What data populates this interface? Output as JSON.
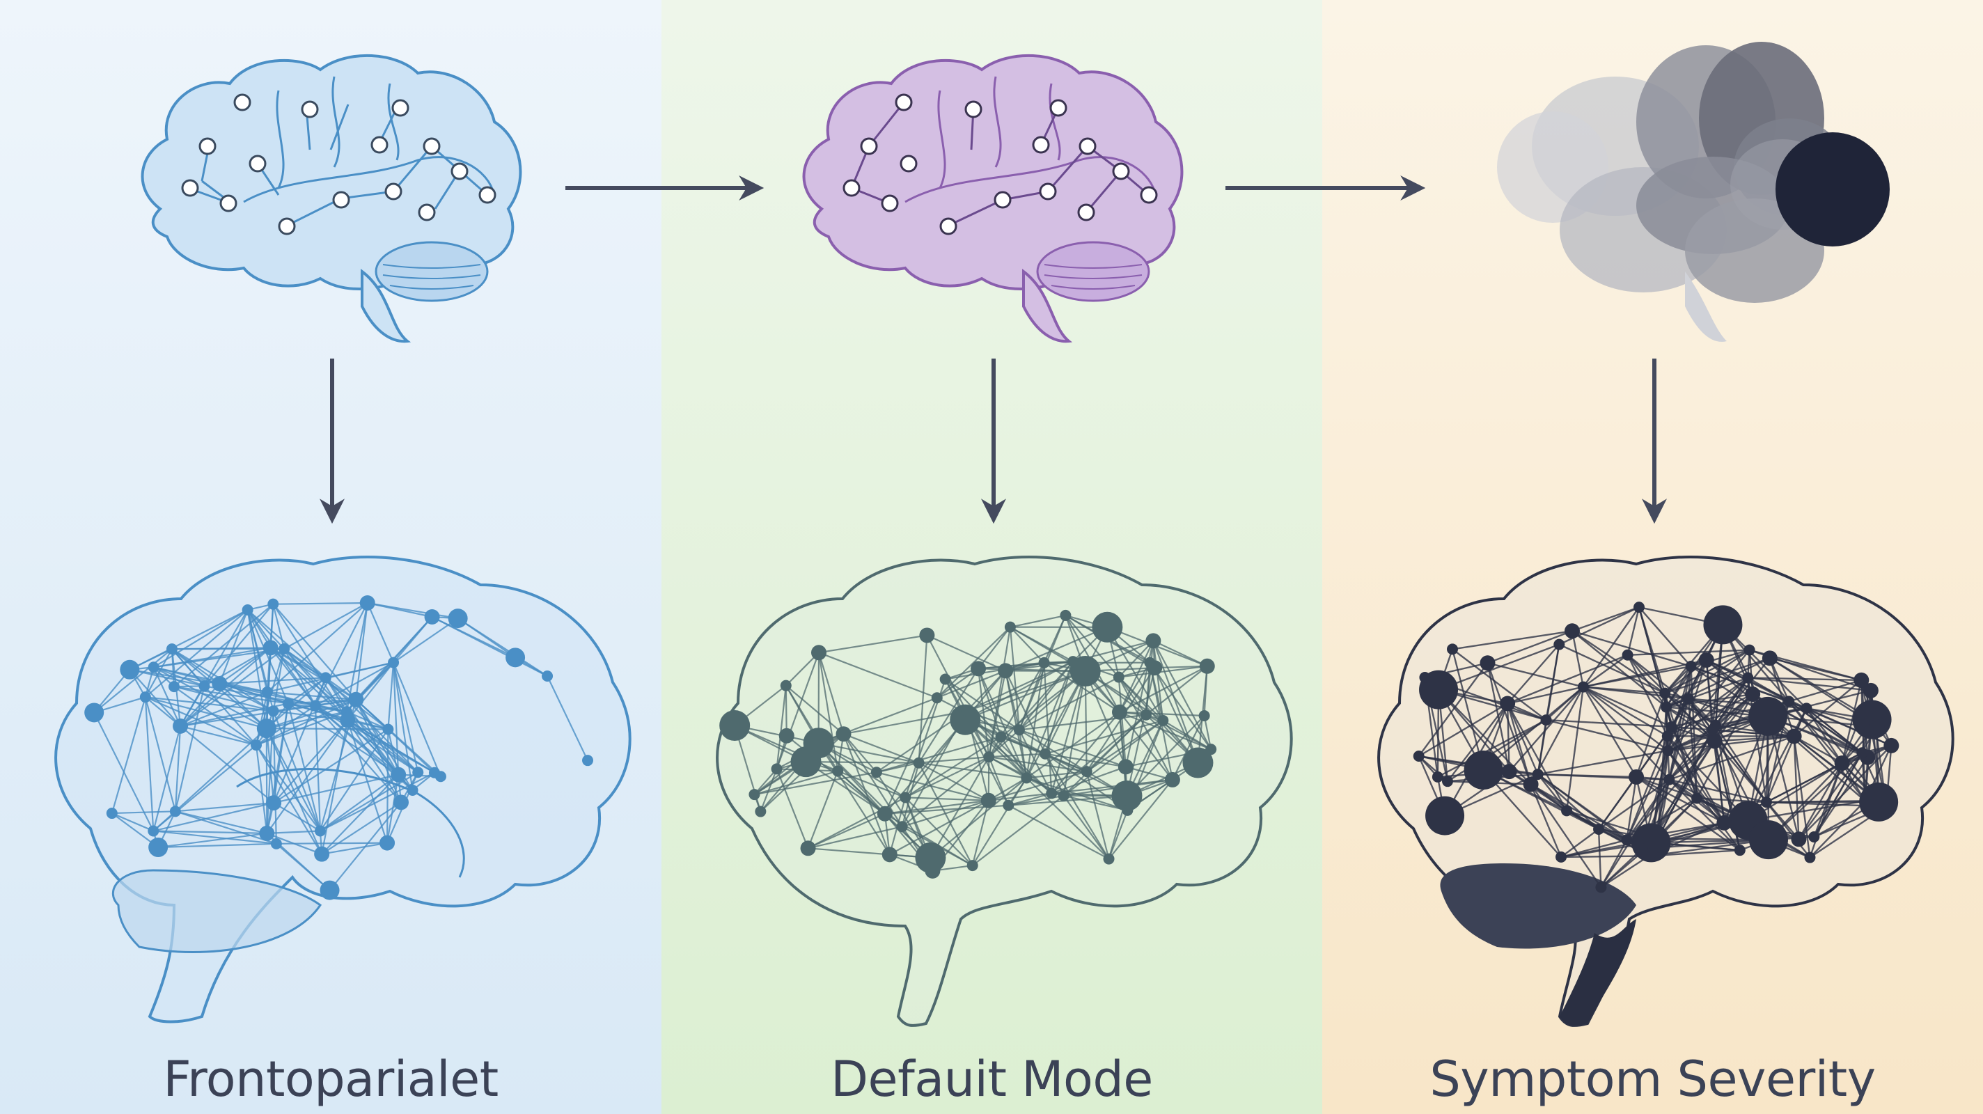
{
  "panels": [
    {
      "label": "Frontoparialet",
      "color": "#4a8fc6"
    },
    {
      "label": "Defauit Mode",
      "color": "#4f6a6e"
    },
    {
      "label": "Symptom Severity",
      "color": "#2e3346"
    }
  ],
  "colors": {
    "panel_1_bg": "#e2eef9",
    "panel_2_bg": "#e4f1dd",
    "panel_3_bg": "#f9ebd3",
    "arrow": "#444a5e",
    "brain_blue_fill": "#cde3f5",
    "brain_purple_fill": "#d4bfe3",
    "brain_grey": "#6c7080",
    "brain_dark": "#1f2438"
  }
}
